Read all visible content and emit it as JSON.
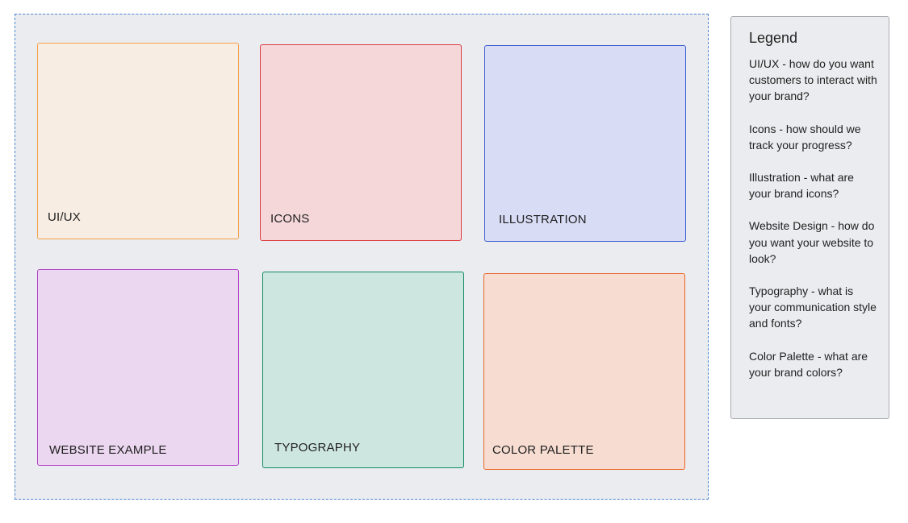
{
  "board": {
    "cards": [
      {
        "label": "UI/UX",
        "border": "#f4a14b",
        "fill": "#f8ede2"
      },
      {
        "label": "ICONS",
        "border": "#dd3b3f",
        "fill": "#f5d7da"
      },
      {
        "label": "ILLUSTRATION",
        "border": "#3c5ed0",
        "fill": "#d8dcf5"
      },
      {
        "label": "WEBSITE EXAMPLE",
        "border": "#b342c9",
        "fill": "#ebd7f0"
      },
      {
        "label": "TYPOGRAPHY",
        "border": "#108a5e",
        "fill": "#cee6e0"
      },
      {
        "label": "COLOR PALETTE",
        "border": "#e8652a",
        "fill": "#f7ddd1"
      }
    ]
  },
  "legend": {
    "title": "Legend",
    "entries": [
      "UI/UX - how do you want customers to interact with your brand?",
      "Icons - how should we track your progress?",
      "Illustration - what are your brand icons?",
      "Website Design - how do you want your website to look?",
      "Typography - what is your communication style and fonts?",
      "Color Palette - what are your brand colors?"
    ]
  }
}
